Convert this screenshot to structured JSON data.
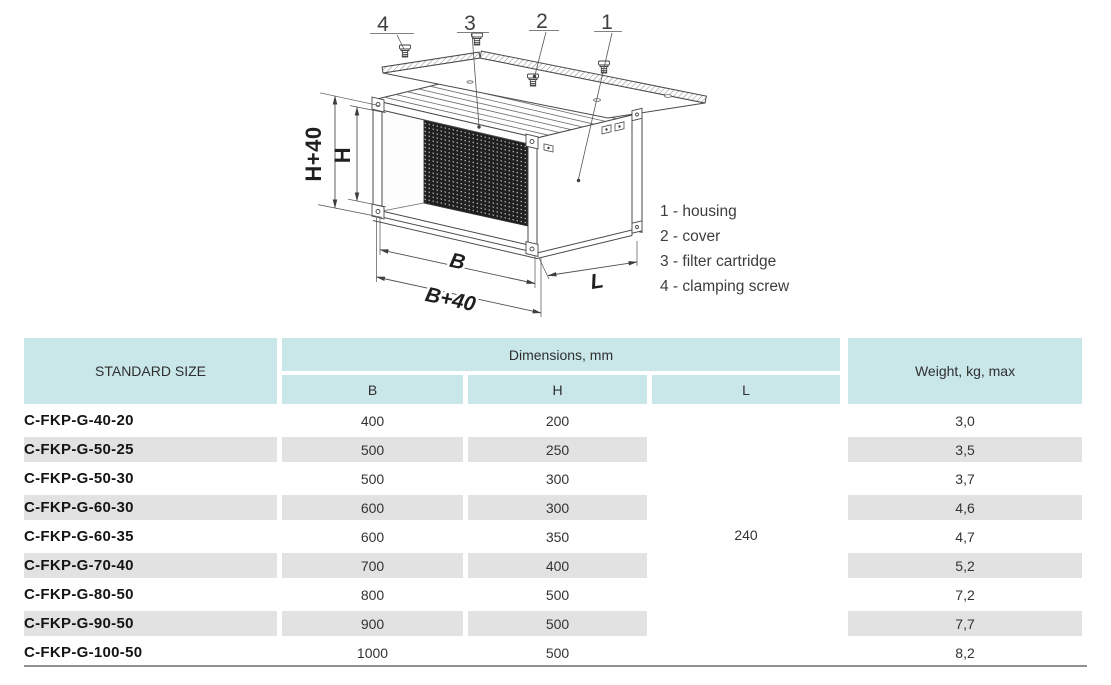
{
  "diagram": {
    "callout_numbers": {
      "n1": "1",
      "n2": "2",
      "n3": "3",
      "n4": "4"
    },
    "legend": [
      "1 - housing",
      "2 - cover",
      "3 - filter cartridge",
      "4 - clamping screw"
    ],
    "dims": {
      "h_total": "H+40",
      "h": "H",
      "b": "B",
      "b_total": "B+40",
      "l": "L"
    }
  },
  "table": {
    "header": {
      "standard_size": "STANDARD SIZE",
      "dimensions": "Dimensions, mm",
      "b": "B",
      "h": "H",
      "l": "L",
      "weight": "Weight, kg, max"
    },
    "l_value": "240",
    "rows": [
      {
        "name": "C-FKP-G-40-20",
        "b": "400",
        "h": "200",
        "weight": "3,0"
      },
      {
        "name": "C-FKP-G-50-25",
        "b": "500",
        "h": "250",
        "weight": "3,5"
      },
      {
        "name": "C-FKP-G-50-30",
        "b": "500",
        "h": "300",
        "weight": "3,7"
      },
      {
        "name": "C-FKP-G-60-30",
        "b": "600",
        "h": "300",
        "weight": "4,6"
      },
      {
        "name": "C-FKP-G-60-35",
        "b": "600",
        "h": "350",
        "weight": "4,7"
      },
      {
        "name": "C-FKP-G-70-40",
        "b": "700",
        "h": "400",
        "weight": "5,2"
      },
      {
        "name": "C-FKP-G-80-50",
        "b": "800",
        "h": "500",
        "weight": "7,2"
      },
      {
        "name": "C-FKP-G-90-50",
        "b": "900",
        "h": "500",
        "weight": "7,7"
      },
      {
        "name": "C-FKP-G-100-50",
        "b": "1000",
        "h": "500",
        "weight": "8,2"
      }
    ]
  },
  "colors": {
    "header_bg": "#c9e7e9",
    "row_stripe": "#e2e2e2",
    "bottom_rule": "#8f8f8f",
    "line": "#4a4a4a"
  }
}
